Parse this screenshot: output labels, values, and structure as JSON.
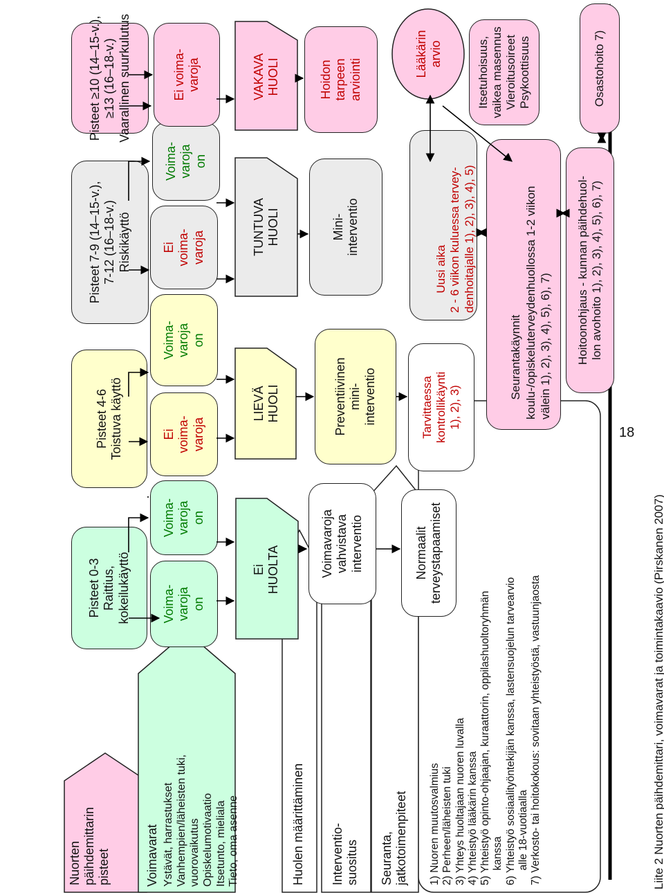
{
  "page_number": "18",
  "caption": "Liite 2 Nuorten päihdemittari, voimavarat ja toimintakaavio (Pirskanen 2007)",
  "row_labels": {
    "scores": "Nuorten\npäihdemittarin\npisteet",
    "resources_title": "Voimavarat",
    "resources_list": "Ystävät, harrastukset\nVanhempien/läheisten tuki,\nvuorovaikutus\nOpiskelumotivaatio\nItsetunto, mieliala\nTieto, oma asenne",
    "concern": "Huolen määrittäminen",
    "intervention": "Interventio-\nsuositus",
    "followup": "Seuranta,\njatkotoimenpiteet"
  },
  "score_boxes": {
    "s0": "Pisteet 0-3\nRaittius,\nkokeilukäyttö",
    "s4": "Pisteet 4-6\nToistuva käyttö",
    "s7": "Pisteet 7-9 (14–15-v.),\n7-12 (16–18-v.)\nRiskikäyttö",
    "s10": "Pisteet ≥10 (14–15-v.),\n≥13 (16–18-v.)\nVaarallinen suurkulutus"
  },
  "resource_status": {
    "has": "Voima-\nvaroja\non",
    "has_not": "Ei\nvoima-\nvaroja",
    "has_not_short": "Ei voima-\nvaroja"
  },
  "concern_levels": {
    "none": "Ei\nHUOLTA",
    "mild": "LIEVÄ\nHUOLI",
    "evident": "TUNTUVA\nHUOLI",
    "severe": "VAKAVA\nHUOLI"
  },
  "interventions": {
    "strengthening": "Voimavaroja\nvahvistava\ninterventio",
    "preventive": "Preventiivinen\nmini-\ninterventio",
    "mini": "Mini-\ninterventio",
    "care_need": "Hoidon\ntarpeen\narviointi"
  },
  "followups": {
    "normal": "Normaalit\nterveystapaamiset",
    "control": "Tarvittaessa\nkontrollikäynti\n1), 2), 3)",
    "new_time": "Uusi aika\n2 - 6 viikon kuluessa tervey-\ndenhoitajalle 1), 2), 3), 4), 5)",
    "doctor": "Lääkärin\narvio",
    "special": "Itsetuhoisuus,\nvaikea masennus\nVieroitusoireet\nPsykoottisuus",
    "visits": "Seurantakäynnit\nkoulu-/opiskeluterveydenhuollossa 1-2 viikon\nvälein 1), 2), 3), 4), 5), 6), 7)",
    "referral": "Hoitoonohjaus - kunnan päihdehuol-\nlon avohoito 1), 2), 3), 4), 5), 6), 7)",
    "ward": "Osastohoito 7)"
  },
  "footnotes": "1) Nuoren muutosvalmius\n2) Perheen/läheisten tuki\n3) Yhteys huoltajaan nuoren luvalla\n4) Yhteistyö lääkärin kanssa\n5) Yhteistyö opinto-ohjaajan, kuraattorin, oppilashuoltoryhmän\n     kanssa\n6) Yhteistyö sosiaalityöntekijän kanssa, lastensuojelun tarvearvio\n     alle 18-vuotiaalla\n7) Verkosto- tai hoitokokous: sovitaan yhteistyöstä, vastuunjaosta",
  "colors": {
    "yellow": "#ffffcc",
    "green": "#ccffe0",
    "pink": "#ffcce6",
    "grey": "#ebebeb",
    "red_text": "#c00000",
    "green_text": "#007a00"
  }
}
